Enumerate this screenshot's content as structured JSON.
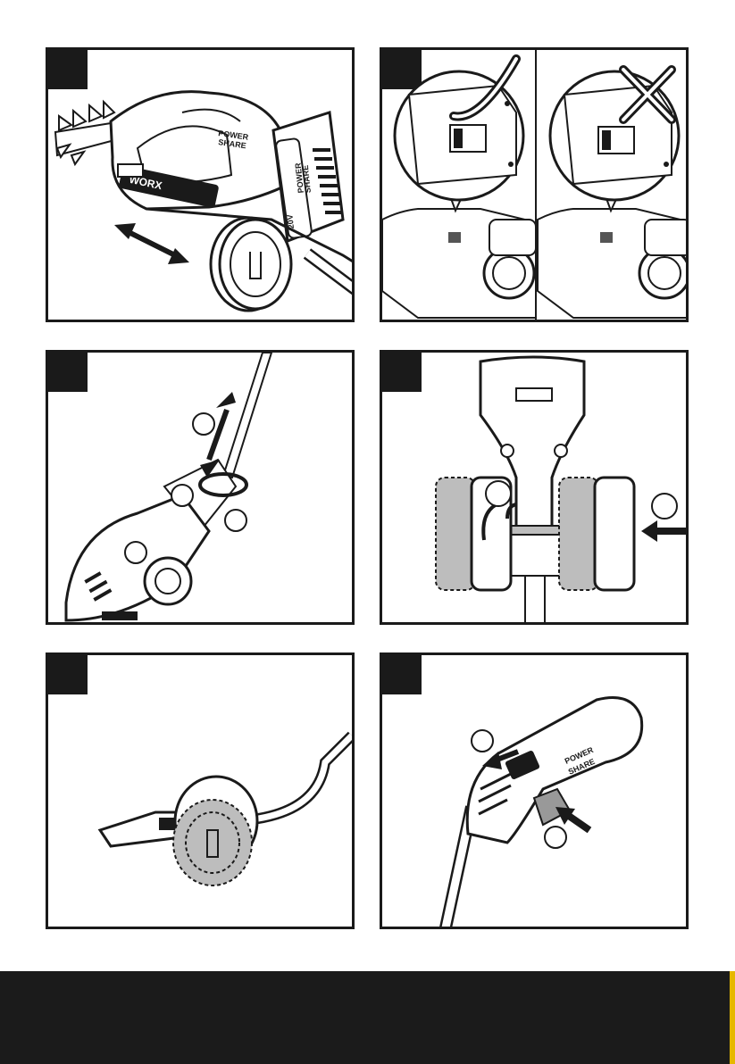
{
  "document": {
    "panels": [
      {
        "id": "panel-1",
        "brand_top": "POWER",
        "brand_bottom": "SHARE",
        "logo": "WORX",
        "voltage": "20V",
        "battery_brand_top": "POWER",
        "battery_brand_bottom": "SHARE"
      },
      {
        "id": "panel-2",
        "correct_mark": "check-icon",
        "wrong_mark": "cross-icon"
      },
      {
        "id": "panel-3"
      },
      {
        "id": "panel-4"
      },
      {
        "id": "panel-5"
      },
      {
        "id": "panel-6",
        "brand_top": "POWER",
        "brand_bottom": "SHARE"
      }
    ],
    "colors": {
      "ink": "#1a1a1a",
      "footer": "#1b1b1b",
      "accent": "#e6b800",
      "shade": "#bdbdbd"
    }
  }
}
